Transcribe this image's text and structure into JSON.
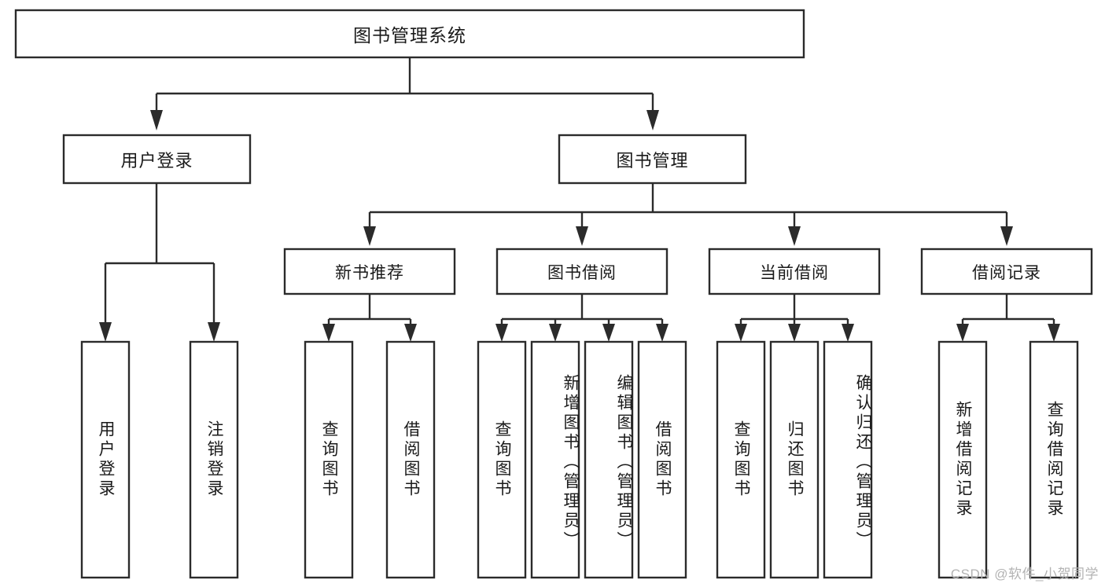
{
  "diagram": {
    "type": "tree-hierarchy-flowchart",
    "title": "图书管理系统",
    "watermark": "CSDN @软件_小贺同学",
    "colors": {
      "box_fill": "#ffffff",
      "box_stroke": "#2b2b2b",
      "text": "#1a1a1a",
      "background": "#ffffff",
      "watermark": "#b3b3b3"
    },
    "root": {
      "label": "图书管理系统"
    },
    "level2": [
      {
        "label": "用户登录"
      },
      {
        "label": "图书管理"
      }
    ],
    "level3": [
      {
        "label": "新书推荐"
      },
      {
        "label": "图书借阅"
      },
      {
        "label": "当前借阅"
      },
      {
        "label": "借阅记录"
      }
    ],
    "leaves": {
      "user_login": [
        {
          "label": "用户登录"
        },
        {
          "label": "注销登录"
        }
      ],
      "new_book_recommend": [
        {
          "label": "查询图书"
        },
        {
          "label": "借阅图书"
        }
      ],
      "book_borrow": [
        {
          "label": "查询图书"
        },
        {
          "label": "新增图书（管理员）"
        },
        {
          "label": "编辑图书（管理员）"
        },
        {
          "label": "借阅图书"
        }
      ],
      "current_borrow": [
        {
          "label": "查询图书"
        },
        {
          "label": "归还图书"
        },
        {
          "label": "确认归还（管理员）"
        }
      ],
      "borrow_record": [
        {
          "label": "新增借阅记录"
        },
        {
          "label": "查询借阅记录"
        }
      ]
    }
  }
}
